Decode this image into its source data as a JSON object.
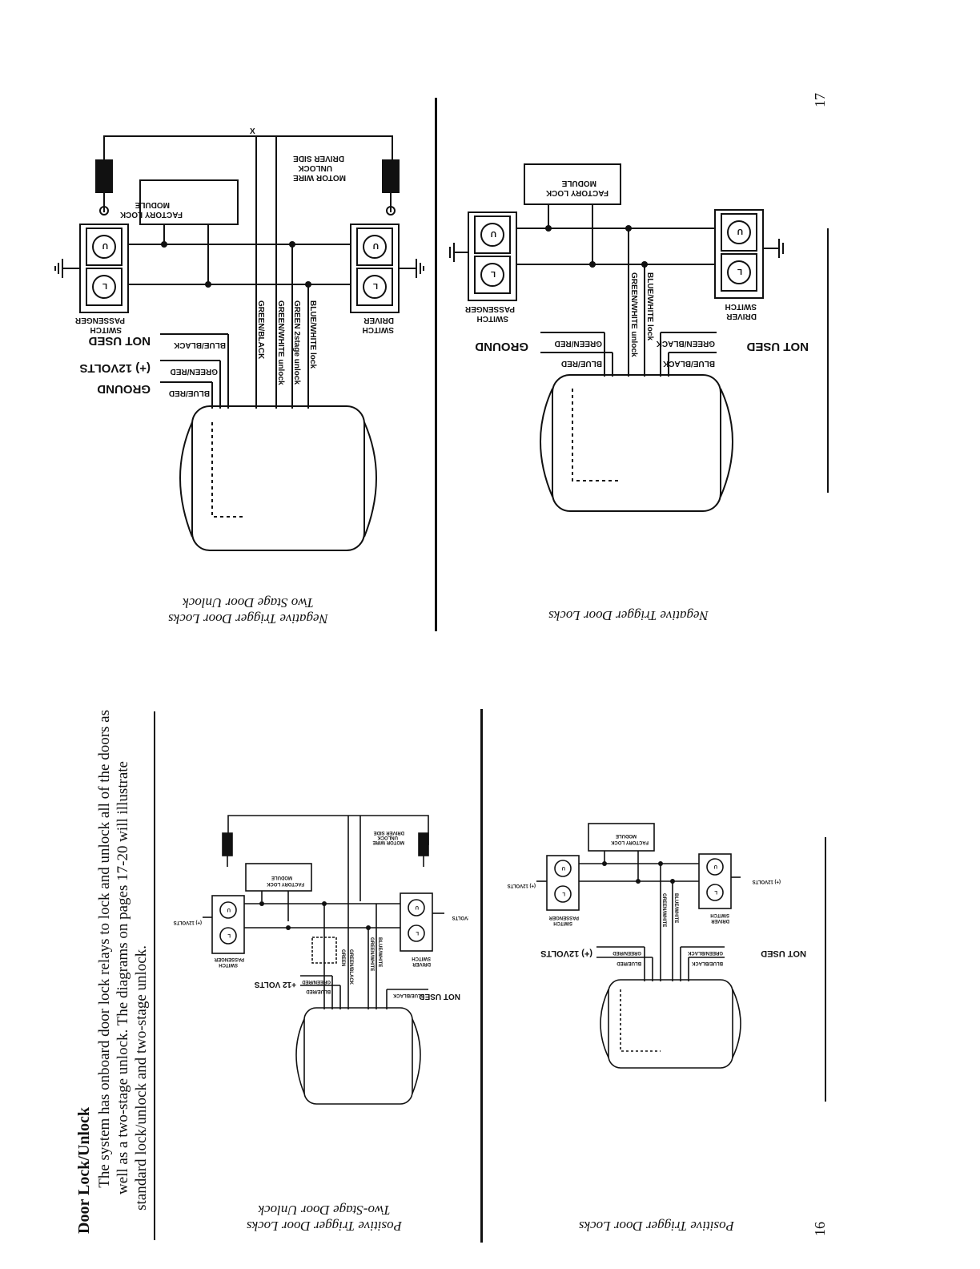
{
  "page": {
    "page_numbers": [
      "17",
      "16"
    ],
    "section": {
      "heading": "Door Lock/Unlock",
      "body_lines": [
        "The system has onboard door lock relays to lock and unlock all of the doors as",
        "well as a two-stage unlock. The diagrams on pages 17-20 will illustrate",
        "standard lock/unlock and two-stage unlock."
      ]
    }
  },
  "diagrams": {
    "d1": {
      "caption_line1": "Negative Trigger Door Locks",
      "caption_line2": "Two Stage Door Unlock",
      "labels": {
        "ground": "GROUND",
        "volts": "(+) 12VOLTS",
        "not_used": "NOT USED",
        "blue_red": "BLUE/RED",
        "green_red": "GREEN/RED",
        "blue_black": "BLUE/BLACK",
        "green_black": "GREEN/BLACK",
        "green_white": "GREEN/WHITE unlock",
        "green_2stage": "GREEN 2stage unlock",
        "blue_white": "BLUE/WHITE lock",
        "passenger": "PASSENGER",
        "switch": "SWITCH",
        "driver": "DRIVER",
        "factory_1": "FACTORY LOCK",
        "factory_2": "MODULE",
        "motor_1": "DRIVER SIDE",
        "motor_2": "UNLOCK",
        "motor_3": "MOTOR WIRE",
        "x": "X",
        "u": "U",
        "l": "L"
      }
    },
    "d2": {
      "caption": "Negative Trigger Door Locks",
      "labels": {
        "ground": "GROUND",
        "not_used": "NOT USED",
        "blue_red": "BLUE/RED",
        "green_red": "GREEN/RED",
        "green_black": "GREEN/BLACK",
        "blue_black": "BLUE/BLACK",
        "green_white": "GREEN/WHITE unlock",
        "blue_white": "BLUE/WHITE lock",
        "passenger": "PASSENGER",
        "switch": "SWITCH",
        "driver": "DRIVER",
        "factory_1": "FACTORY LOCK",
        "factory_2": "MODULE",
        "u": "U",
        "l": "L"
      }
    },
    "d3": {
      "caption_line1": "Positive Trigger Door Locks",
      "caption_line2": "Two-Stage Door Unlock",
      "labels": {
        "volts": "+12 VOLTS",
        "not_used": "NOT USED",
        "blue_red": "BLUE/RED",
        "green_red": "GREEN/RED",
        "blue_black": "BLUE/BLACK",
        "green": "GREEN",
        "green_black": "GREEN/BLACK",
        "green_white": "GREEN/WHITE",
        "blue_white": "BLUE/WHITE",
        "v12": "(+) 12VOLTS",
        "passenger": "PASSENGER",
        "switch": "SWITCH",
        "driver": "DRIVER",
        "factory_1": "FACTORY LOCK",
        "factory_2": "MODULE",
        "motor_1": "DRIVER SIDE",
        "motor_2": "UNLOCK",
        "motor_3": "MOTOR WIRE",
        "u": "U",
        "l": "L"
      }
    },
    "d4": {
      "caption": "Positive Trigger Door Locks",
      "labels": {
        "volts": "(+) 12VOLTS",
        "not_used": "NOT USED",
        "blue_red": "BLUE/RED",
        "green_red": "GREEN/RED",
        "green_black": "GREEN/BLACK",
        "blue_black": "BLUE/BLACK",
        "green_white": "GREEN/WHITE",
        "blue_white": "BLUE/WHITE",
        "v12": "(+) 12VOLTS",
        "passenger": "PASSENGER",
        "switch": "SWITCH",
        "driver": "DRIVER",
        "factory_1": "FACTORY LOCK",
        "factory_2": "MODULE",
        "u": "U",
        "l": "L"
      }
    }
  }
}
